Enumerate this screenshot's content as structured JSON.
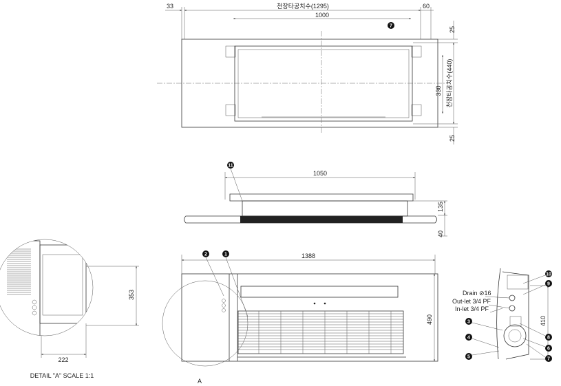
{
  "top_view": {
    "dim_left": "33",
    "dim_ceiling_width": "천장타공치수(1295)",
    "dim_right": "60",
    "dim_inner": "1000",
    "dim_top_margin": "25",
    "dim_330": "330",
    "dim_ceiling_depth": "천장타공치수(440)",
    "dim_bottom_margin": "25",
    "marker": "7"
  },
  "side_view": {
    "dim_width": "1050",
    "dim_height": "135",
    "dim_panel": "40",
    "marker": "11"
  },
  "front_view": {
    "dim_width": "1388",
    "dim_height": "490",
    "markers": [
      "2",
      "1"
    ],
    "detail_ref": "A"
  },
  "detail_view": {
    "dim_height": "353",
    "dim_width": "222",
    "caption": "DETAIL \"A\"  SCALE 1:1"
  },
  "section_view": {
    "drain": "Drain ⊘16",
    "outlet": "Out-let 3/4 PF",
    "inlet": "In-let 3/4 PF",
    "dim_height": "410",
    "markers_left": [
      "3",
      "4",
      "5"
    ],
    "markers_right": [
      "10",
      "9",
      "8",
      "6",
      "7"
    ]
  }
}
